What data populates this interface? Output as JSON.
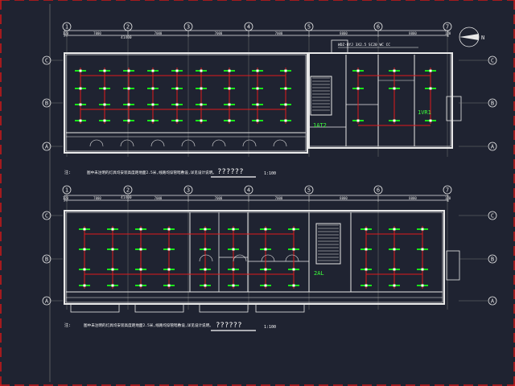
{
  "colors": {
    "background": "#1f2331",
    "wall": "#e8e8e8",
    "wiring": "#e01a1a",
    "fixture": "#19e619",
    "label": "#ffffff",
    "green_text": "#3cff3c",
    "axis_bubble": "#e8e8e8",
    "border": "#d01818"
  },
  "axes": {
    "columns": [
      "1",
      "2",
      "3",
      "4",
      "5",
      "6",
      "7"
    ],
    "rows": [
      "C",
      "B",
      "A"
    ]
  },
  "plan_top": {
    "spacing_labels": [
      "120",
      "7000",
      "7000",
      "7000",
      "7000",
      "8000",
      "8000",
      "120"
    ],
    "total_dimension": "41400",
    "stair_label": "1AT2",
    "panel_label": "1VR1",
    "annotation_top": "WDZ-BYJ 3X2.5 SC20 WC CC",
    "note_prefix": "注:",
    "note": "图中未注明的灯具均安装高度距地面2.5米,线路均穿管暗敷设,详见设计说明。",
    "title": "??????",
    "scale": "1:100"
  },
  "plan_bottom": {
    "spacing_labels": [
      "120",
      "7000",
      "7000",
      "7000",
      "7000",
      "8000",
      "8000",
      "120"
    ],
    "total_dimension": "41400",
    "panel_label": "2AL",
    "note_prefix": "注:",
    "note": "图中未注明的灯具均安装高度距地面2.5米,线路均穿管暗敷设,详见设计说明。",
    "title": "??????",
    "scale": "1:100"
  },
  "compass_label": "N"
}
